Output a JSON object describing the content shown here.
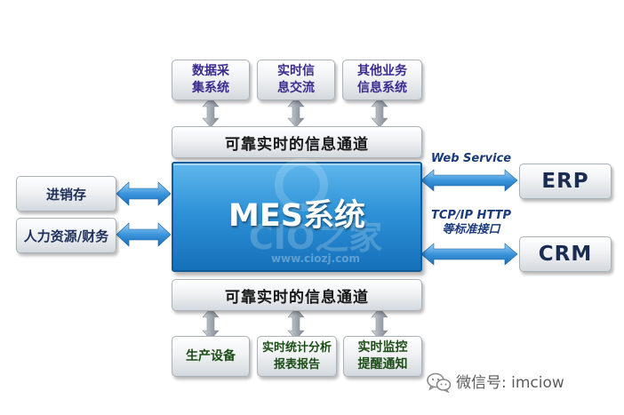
{
  "top_systems": [
    {
      "label": "数据采\n集系统"
    },
    {
      "label": "实时信\n息交流"
    },
    {
      "label": "其他业务\n信息系统"
    }
  ],
  "channel_top": {
    "label": "可靠实时的信息通道"
  },
  "channel_bottom": {
    "label": "可靠实时的信息通道"
  },
  "mes": {
    "title": "MES系统"
  },
  "watermark": {
    "brand": "CIO之家",
    "url": "www.ciozj.com"
  },
  "left_systems": [
    {
      "label": "进销存"
    },
    {
      "label": "人力资源/财务"
    }
  ],
  "right_systems": [
    {
      "label": "ERP"
    },
    {
      "label": "CRM"
    }
  ],
  "annotations": {
    "web_service": "Web Service",
    "tcp_http": "TCP/IP HTTP\n等标准接口"
  },
  "bottom_systems": [
    {
      "label": "生产设备"
    },
    {
      "label": "实时统计分析\n报表报告"
    },
    {
      "label": "实时监控\n提醒通知"
    }
  ],
  "footer": {
    "wechat": "微信号: imciow"
  },
  "colors": {
    "mes_blue": "#2f93d8",
    "arrow_blue": "#3b95dc",
    "arrow_grey": "#a0a7ae",
    "top_text": "#3b2a8f",
    "bottom_text": "#1d4d16"
  }
}
